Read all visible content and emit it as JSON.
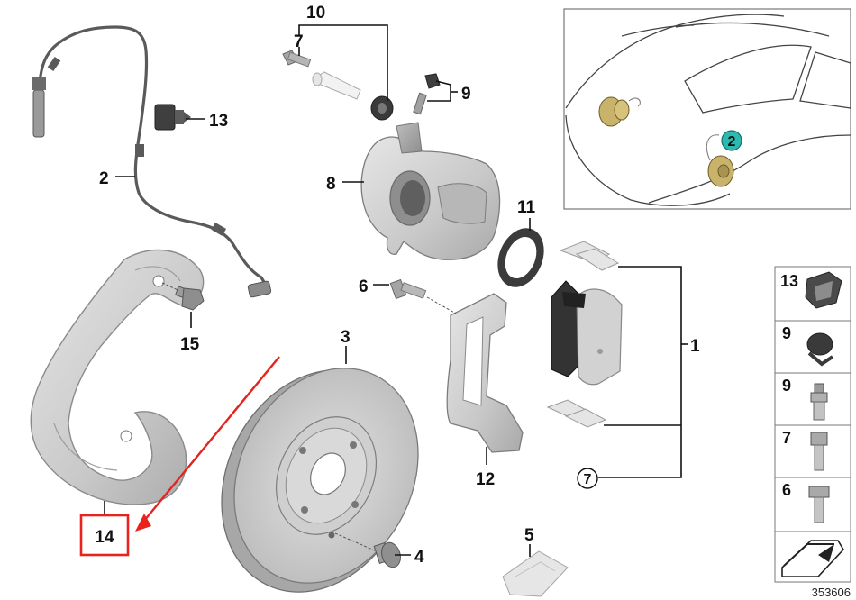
{
  "diagram": {
    "reference_number": "353606",
    "callouts": {
      "c1": "1",
      "c2": "2",
      "c3": "3",
      "c4": "4",
      "c5": "5",
      "c6": "6",
      "c7a": "7",
      "c7b": "7",
      "c8": "8",
      "c9": "9",
      "c10": "10",
      "c11": "11",
      "c12": "12",
      "c13": "13",
      "c14": "14",
      "c15": "15"
    },
    "inset": {
      "marker": "2"
    },
    "sidebar": {
      "items": [
        {
          "number": "13",
          "icon": "clip-icon"
        },
        {
          "number": "9",
          "icon": "bleeder-cap-icon"
        },
        {
          "number": "9",
          "icon": "bleeder-valve-icon"
        },
        {
          "number": "7",
          "icon": "guide-bolt-icon"
        },
        {
          "number": "6",
          "icon": "bolt-icon"
        }
      ]
    },
    "highlight": {
      "color": "#e8231e",
      "target": "14"
    },
    "colors": {
      "part_fill": "#cfcfcf",
      "pad_dark": "#333333",
      "inset_accent": "#2bb9b0",
      "highlight": "#e8231e"
    }
  }
}
